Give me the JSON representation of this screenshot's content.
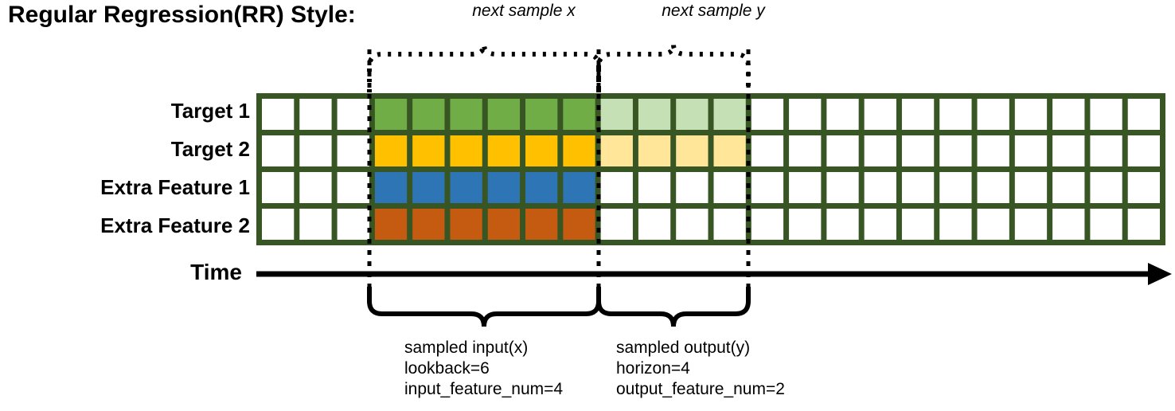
{
  "title": "Regular Regression(RR) Style:",
  "row_labels": [
    "Target 1",
    "Target 2",
    "Extra Feature 1",
    "Extra Feature 2"
  ],
  "axis": {
    "label": "Time",
    "arrow": "right-arrow"
  },
  "top_braces": [
    {
      "label": "next sample x"
    },
    {
      "label": "next sample y"
    }
  ],
  "bottom_captions": [
    {
      "line1": "sampled input(x)",
      "line2": "lookback=6",
      "line3": "input_feature_num=4"
    },
    {
      "line1": "sampled output(y)",
      "line2": "horizon=4",
      "line3": "output_feature_num=2"
    }
  ],
  "grid": {
    "columns": 24,
    "rows": 4,
    "input_start_col": 4,
    "input_end_col": 9,
    "output_start_col": 10,
    "output_end_col": 13,
    "lookback": 6,
    "horizon": 4,
    "input_feature_num": 4,
    "output_feature_num": 2
  },
  "colors": {
    "border": "#375623",
    "empty": "#ffffff",
    "target1": "#70AD47",
    "target2": "#FFC000",
    "extra1": "#2E75B6",
    "extra2": "#C55A11",
    "target1_light": "#C5E0B4",
    "target2_light": "#FFE699",
    "ink": "#000000"
  },
  "cell_fill_rows": [
    [
      "empty",
      "empty",
      "empty",
      "target1",
      "target1",
      "target1",
      "target1",
      "target1",
      "target1",
      "target1_light",
      "target1_light",
      "target1_light",
      "target1_light",
      "empty",
      "empty",
      "empty",
      "empty",
      "empty",
      "empty",
      "empty",
      "empty",
      "empty",
      "empty",
      "empty"
    ],
    [
      "empty",
      "empty",
      "empty",
      "target2",
      "target2",
      "target2",
      "target2",
      "target2",
      "target2",
      "target2_light",
      "target2_light",
      "target2_light",
      "target2_light",
      "empty",
      "empty",
      "empty",
      "empty",
      "empty",
      "empty",
      "empty",
      "empty",
      "empty",
      "empty",
      "empty"
    ],
    [
      "empty",
      "empty",
      "empty",
      "extra1",
      "extra1",
      "extra1",
      "extra1",
      "extra1",
      "extra1",
      "empty",
      "empty",
      "empty",
      "empty",
      "empty",
      "empty",
      "empty",
      "empty",
      "empty",
      "empty",
      "empty",
      "empty",
      "empty",
      "empty",
      "empty"
    ],
    [
      "empty",
      "empty",
      "empty",
      "extra2",
      "extra2",
      "extra2",
      "extra2",
      "extra2",
      "extra2",
      "empty",
      "empty",
      "empty",
      "empty",
      "empty",
      "empty",
      "empty",
      "empty",
      "empty",
      "empty",
      "empty",
      "empty",
      "empty",
      "empty",
      "empty"
    ]
  ]
}
